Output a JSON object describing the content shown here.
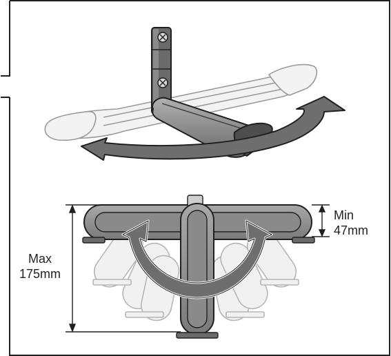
{
  "diagram": {
    "max_label": "Max",
    "max_value": "175mm",
    "min_label": "Min",
    "min_value": "47mm"
  },
  "colors": {
    "outline": "#231f20",
    "grip_fill": "#8c8c8c",
    "grip_dark": "#5e5e5e",
    "ghost": "#cfcfcf",
    "arrow_fill": "#6e6e6e",
    "arrow_edge": "#ffffff"
  },
  "icons": [
    "wall-bracket-icon",
    "rotation-arrow-icon",
    "screw-icon"
  ]
}
